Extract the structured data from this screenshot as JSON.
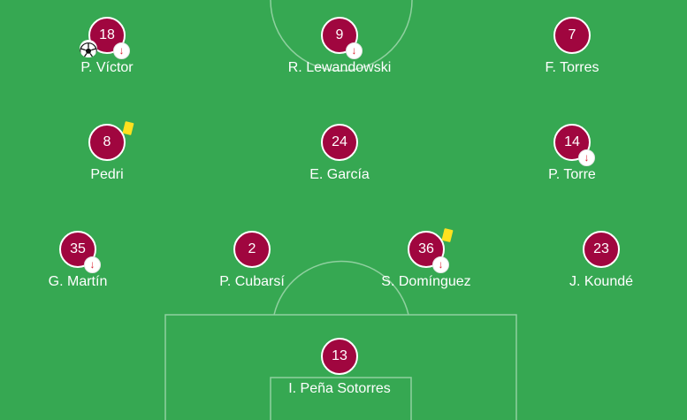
{
  "colors": {
    "pitch": "#36a852",
    "shirt": "#a0063f",
    "lines": "#8fd09f",
    "sub_arrow": "#d8202f",
    "yellow_card": "#ffe11f"
  },
  "icons": {
    "substitution": "down-arrow-icon",
    "yellow_card": "yellow-card-icon",
    "goal": "football-icon"
  },
  "sub_arrow_glyph": "↓",
  "players": [
    {
      "number": "18",
      "name": "P. Víctor",
      "subbed_off": true,
      "yellow_card": false,
      "goal": true
    },
    {
      "number": "9",
      "name": "R. Lewandowski",
      "subbed_off": true,
      "yellow_card": false,
      "goal": false
    },
    {
      "number": "7",
      "name": "F. Torres",
      "subbed_off": false,
      "yellow_card": false,
      "goal": false
    },
    {
      "number": "8",
      "name": "Pedri",
      "subbed_off": false,
      "yellow_card": true,
      "goal": false
    },
    {
      "number": "24",
      "name": "E. García",
      "subbed_off": false,
      "yellow_card": false,
      "goal": false
    },
    {
      "number": "14",
      "name": "P. Torre",
      "subbed_off": true,
      "yellow_card": false,
      "goal": false
    },
    {
      "number": "35",
      "name": "G. Martín",
      "subbed_off": true,
      "yellow_card": false,
      "goal": false
    },
    {
      "number": "2",
      "name": "P. Cubarsí",
      "subbed_off": false,
      "yellow_card": false,
      "goal": false
    },
    {
      "number": "36",
      "name": "S. Domínguez",
      "subbed_off": true,
      "yellow_card": true,
      "goal": false
    },
    {
      "number": "23",
      "name": "J. Koundé",
      "subbed_off": false,
      "yellow_card": false,
      "goal": false
    },
    {
      "number": "13",
      "name": "I. Peña Sotorres",
      "subbed_off": false,
      "yellow_card": false,
      "goal": false
    }
  ]
}
